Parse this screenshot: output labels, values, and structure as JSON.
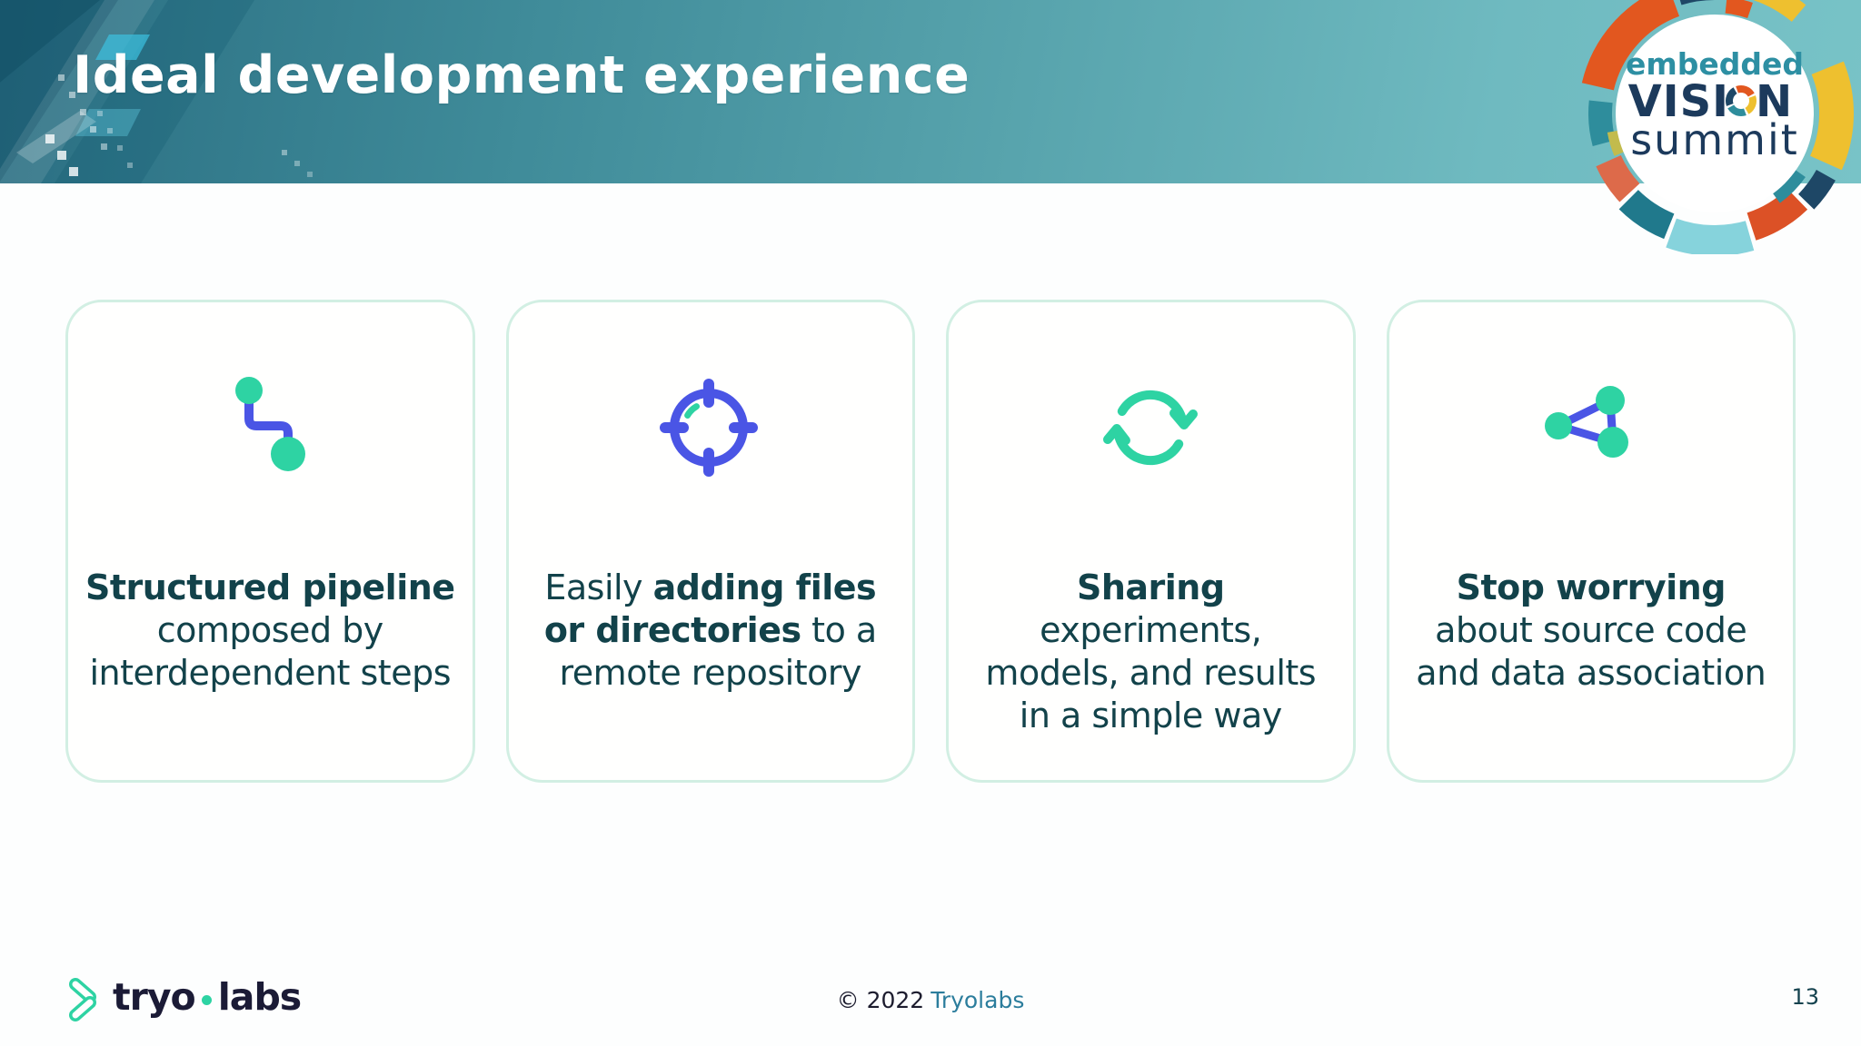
{
  "header": {
    "title": "Ideal development experience"
  },
  "logo": {
    "line1": "embedded",
    "line2_start": "VISI",
    "line2_end": "N",
    "line3": "summit"
  },
  "cards": [
    {
      "name": "structured-pipeline",
      "icon": "pipeline-icon",
      "lines": [
        [
          {
            "t": "Structured pipeline",
            "b": true
          }
        ],
        [
          {
            "t": "composed by",
            "b": false
          }
        ],
        [
          {
            "t": "interdependent steps",
            "b": false
          }
        ]
      ]
    },
    {
      "name": "adding-files",
      "icon": "target-icon",
      "lines": [
        [
          {
            "t": "Easily ",
            "b": false
          },
          {
            "t": "adding files",
            "b": true
          }
        ],
        [
          {
            "t": "or directories",
            "b": true
          },
          {
            "t": " to a",
            "b": false
          }
        ],
        [
          {
            "t": "remote repository",
            "b": false
          }
        ]
      ]
    },
    {
      "name": "sharing",
      "icon": "sync-icon",
      "lines": [
        [
          {
            "t": "Sharing",
            "b": true
          }
        ],
        [
          {
            "t": "experiments,",
            "b": false
          }
        ],
        [
          {
            "t": "models, and results",
            "b": false
          }
        ],
        [
          {
            "t": "in a simple way",
            "b": false
          }
        ]
      ]
    },
    {
      "name": "stop-worrying",
      "icon": "share-icon",
      "lines": [
        [
          {
            "t": "Stop worrying",
            "b": true
          }
        ],
        [
          {
            "t": "about source code",
            "b": false
          }
        ],
        [
          {
            "t": "and data association",
            "b": false
          }
        ]
      ]
    }
  ],
  "footer": {
    "brand_part1": "tryo",
    "brand_part2": "labs",
    "copyright_prefix": "© 2022",
    "copyright_link": "Tryolabs",
    "page_number": "13"
  },
  "colors": {
    "accent_green": "#2ed3a3",
    "accent_blue": "#4a55e5",
    "text_dark": "#12424a",
    "card_border": "#d2efe3",
    "header_teal_left": "#2a6e82",
    "header_teal_right": "#78c3c7",
    "link": "#2b7d9c"
  }
}
